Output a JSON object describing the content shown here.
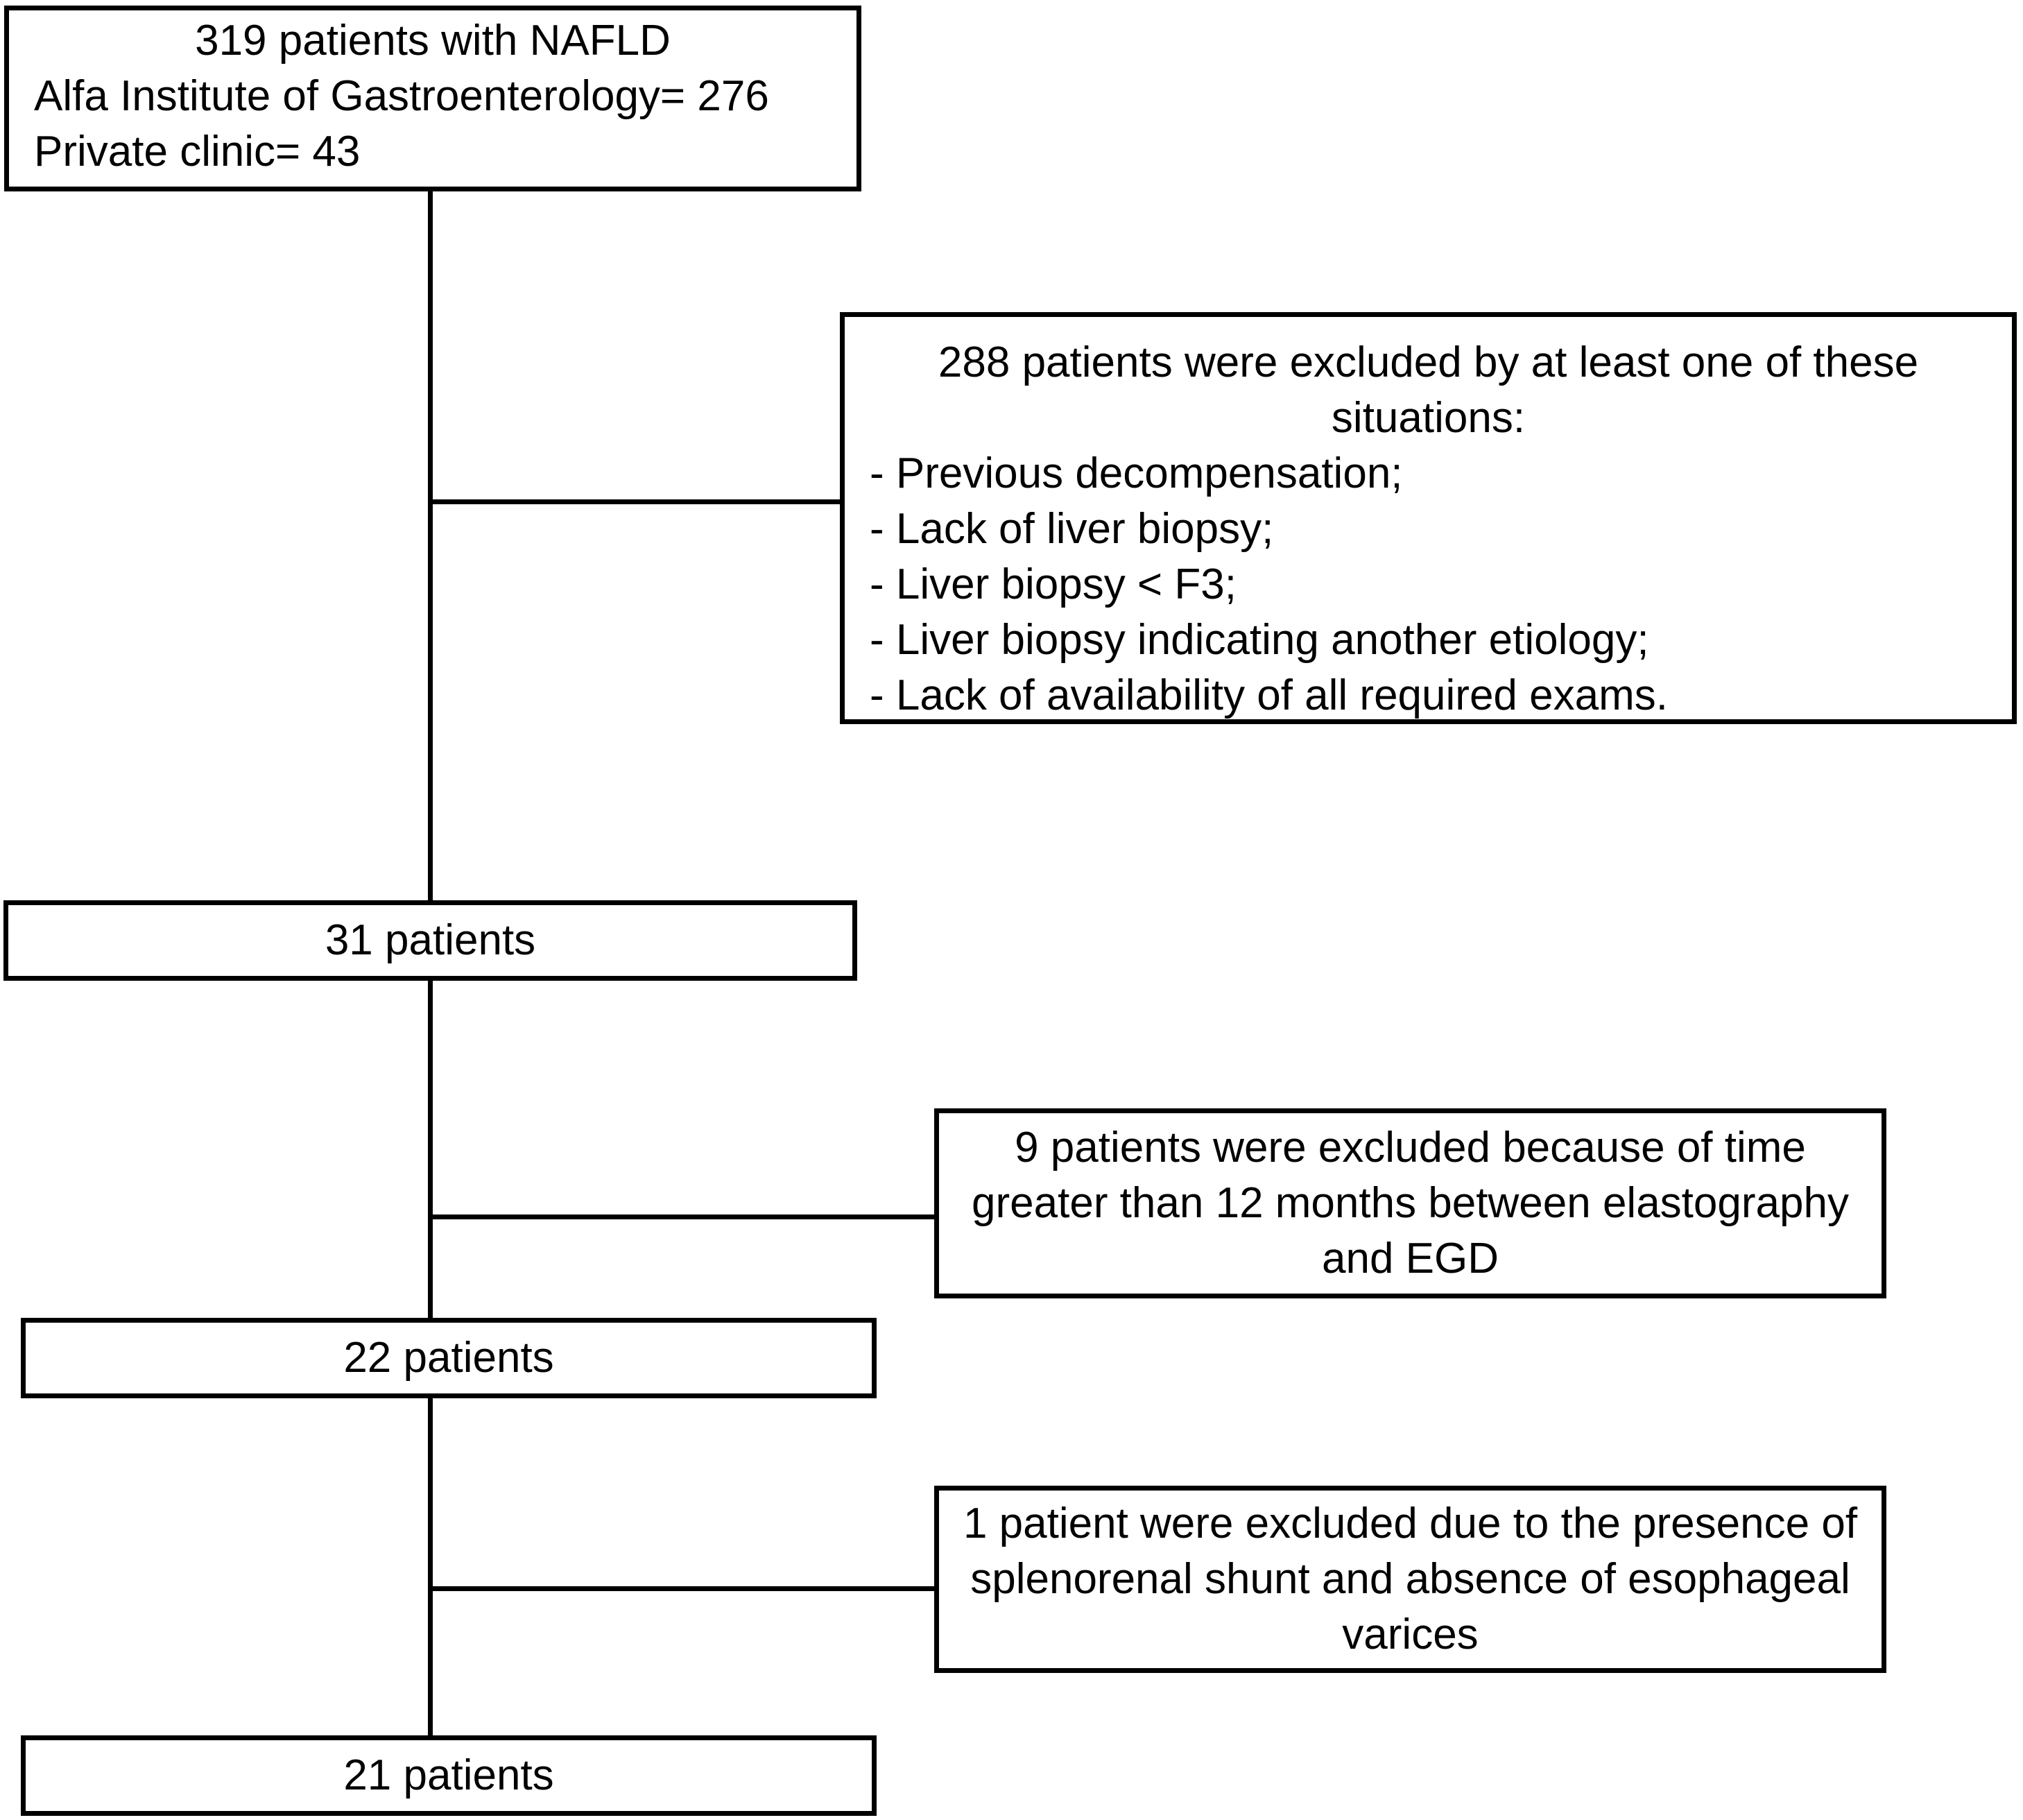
{
  "diagram": {
    "background_color": "#ffffff",
    "line_color": "#000000",
    "boxes": {
      "enrollment": {
        "centered_line": "319 patients with NAFLD",
        "left_lines": [
          "Alfa Institute of Gastroenterology= 276",
          "Private clinic= 43"
        ]
      },
      "excluded_288": {
        "title_lines": [
          "288 patients were excluded by at least one of these",
          "situations:"
        ],
        "items": [
          "- Previous decompensation;",
          "- Lack of liver biopsy;",
          "- Liver biopsy < F3;",
          "- Liver biopsy indicating another etiology;",
          "- Lack of availability of all required exams."
        ]
      },
      "cohort_31": {
        "label": "31 patients"
      },
      "excluded_9": {
        "lines": [
          "9 patients were excluded because of time",
          "greater than 12 months between elastography",
          "and EGD"
        ]
      },
      "cohort_22": {
        "label": "22 patients"
      },
      "excluded_1": {
        "lines": [
          "1 patient were excluded due to the presence of",
          "splenorenal shunt and absence of esophageal",
          "varices"
        ]
      },
      "cohort_21": {
        "label": "21 patients"
      }
    }
  }
}
